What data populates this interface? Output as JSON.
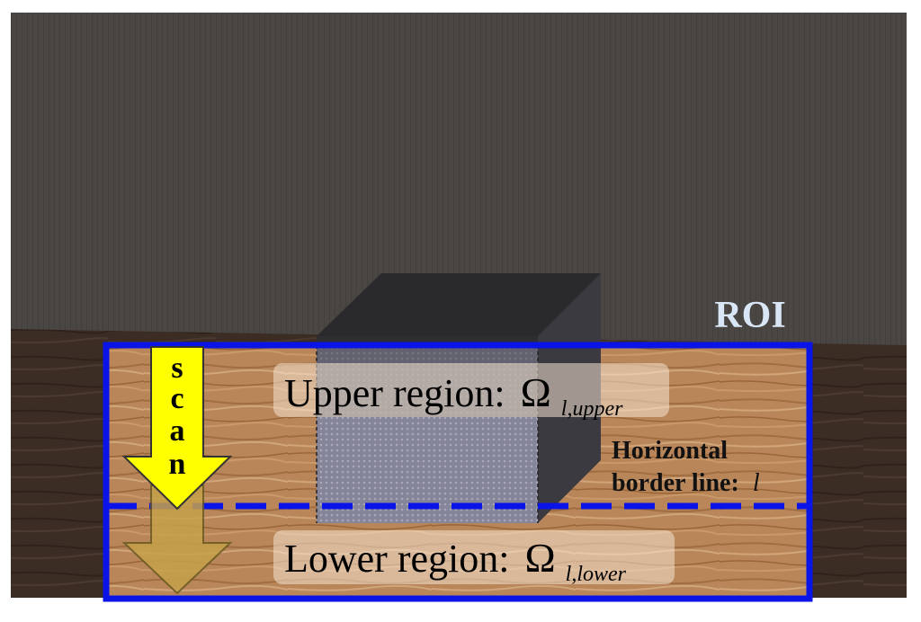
{
  "roi_label": "ROI",
  "scan_letters": [
    "s",
    "c",
    "a",
    "n"
  ],
  "upper_region": {
    "label": "Upper region:",
    "symbol": "Ω",
    "subscript": "l,upper"
  },
  "lower_region": {
    "label": "Lower region:",
    "symbol": "Ω",
    "subscript": "l,lower"
  },
  "border_line": {
    "line1": "Horizontal",
    "line2": "border line:",
    "variable": "l"
  },
  "colors": {
    "wall": "#4a4643",
    "floor_wood": "#b9865a",
    "floor_dark": "#3b2d24",
    "roi_box": "#0a14e6",
    "scan_arrow": "#ffff00",
    "roi_text": "#d8e6f5",
    "object_dark": "#2e2e30",
    "object_front": "#8a8a9a"
  }
}
